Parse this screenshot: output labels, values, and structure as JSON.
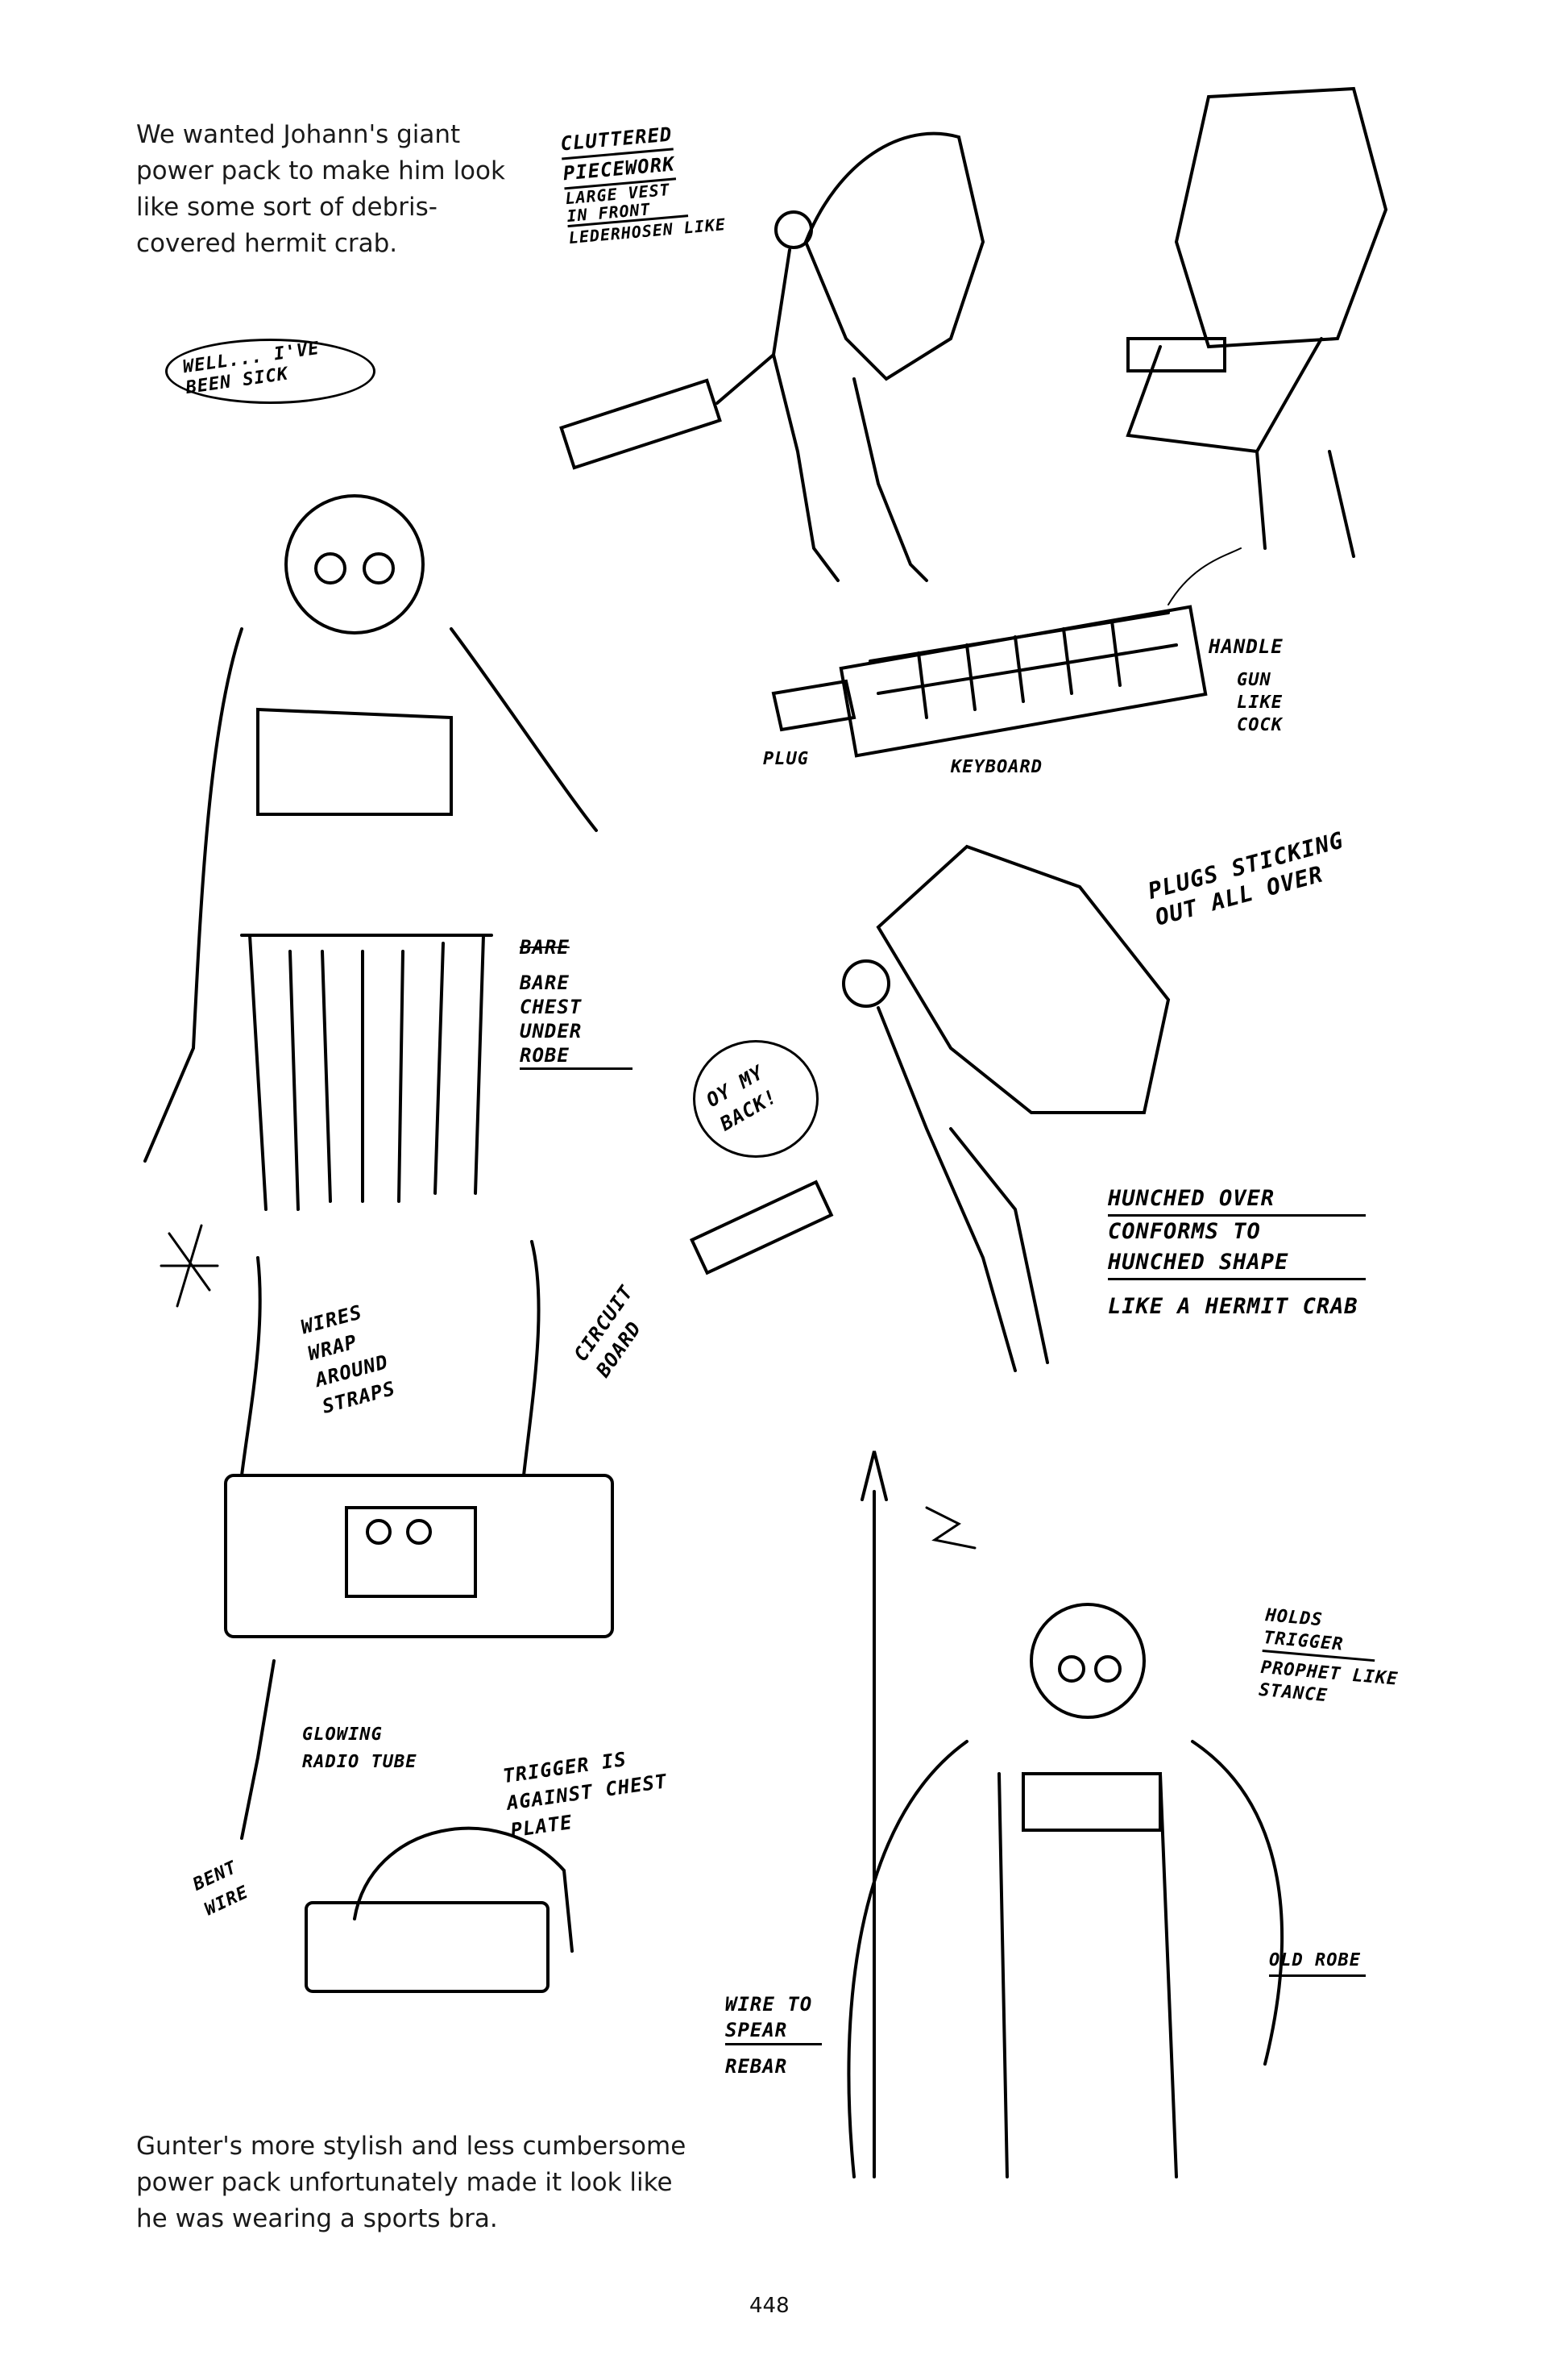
{
  "intro_text": "We wanted Johann's giant power pack to make him look like some sort of debris-covered hermit crab.",
  "outro_text": "Gunter's more stylish and less cumbersome power pack unfortunately made it look like he was wearing a sports bra.",
  "page_number": "448",
  "notes": {
    "speech_well": "Well... I've been sick",
    "cluttered": "Cluttered",
    "piecework": "Piecework",
    "large_vest": "Large vest in front",
    "lederhosen": "Lederhosen like",
    "handle": "Handle",
    "gun_like": "Gun like cock",
    "plug": "Plug",
    "keyboard": "Keyboard",
    "plugs_sticking": "Plugs sticking out all over",
    "bare_struck": "Bare",
    "bare_chest": "Bare chest under robe",
    "oy_my_back": "Oy my back!",
    "hunched_over": "Hunched over",
    "conforms": "Conforms to hunched shape",
    "like_hermit": "Like a hermit crab",
    "wires_wrap": "Wires wrap around straps",
    "circuit_board": "Circuit board",
    "glowing_tube": "Glowing radio tube",
    "trigger_chest": "Trigger is against chest plate",
    "bent_wire": "Bent wire",
    "holds_trigger": "Holds trigger",
    "prophet_like": "Prophet like stance",
    "old_robe": "Old robe",
    "wire_to_spear": "Wire to spear",
    "rebar": "Rebar"
  }
}
